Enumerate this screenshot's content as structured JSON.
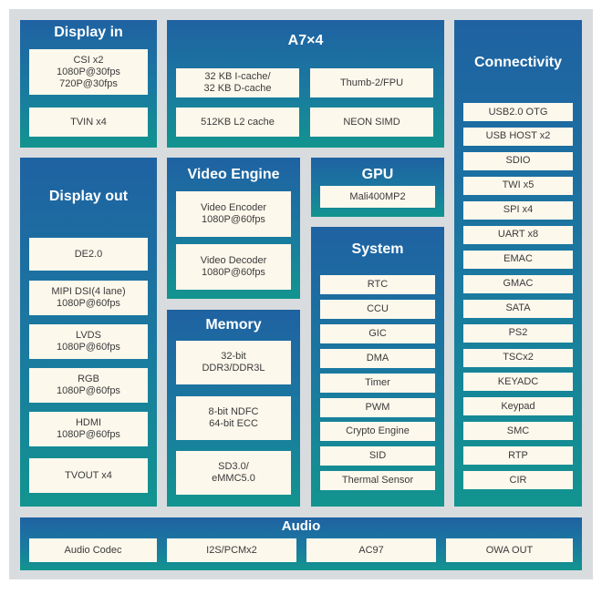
{
  "blocks": {
    "display_in": {
      "title": "Display in",
      "items": [
        "CSI x2\n1080P@30fps\n720P@30fps",
        "TVIN x4"
      ]
    },
    "cpu": {
      "title": "A7×4",
      "items": [
        "32 KB I-cache/\n32 KB D-cache",
        "Thumb-2/FPU",
        "512KB L2 cache",
        "NEON SIMD"
      ]
    },
    "connectivity": {
      "title": "Connectivity",
      "items": [
        "USB2.0 OTG",
        "USB HOST x2",
        "SDIO",
        "TWI x5",
        "SPI x4",
        "UART x8",
        "EMAC",
        "GMAC",
        "SATA",
        "PS2",
        "TSCx2",
        "KEYADC",
        "Keypad",
        "SMC",
        "RTP",
        "CIR"
      ]
    },
    "display_out": {
      "title": "Display out",
      "items": [
        "DE2.0",
        "MIPI DSI(4 lane)\n1080P@60fps",
        "LVDS\n1080P@60fps",
        "RGB\n1080P@60fps",
        "HDMI\n1080P@60fps",
        "TVOUT x4"
      ]
    },
    "video_engine": {
      "title": "Video Engine",
      "items": [
        "Video Encoder\n1080P@60fps",
        "Video Decoder\n1080P@60fps"
      ]
    },
    "gpu": {
      "title": "GPU",
      "items": [
        "Mali400MP2"
      ]
    },
    "system": {
      "title": "System",
      "items": [
        "RTC",
        "CCU",
        "GIC",
        "DMA",
        "Timer",
        "PWM",
        "Crypto Engine",
        "SID",
        "Thermal Sensor"
      ]
    },
    "memory": {
      "title": "Memory",
      "items": [
        "32-bit\nDDR3/DDR3L",
        "8-bit NDFC\n64-bit ECC",
        "SD3.0/\neMMC5.0"
      ]
    },
    "audio": {
      "title": "Audio",
      "items": [
        "Audio Codec",
        "I2S/PCMx2",
        "AC97",
        "OWA OUT"
      ]
    }
  },
  "colors": {
    "block_top": "#1f62a2",
    "block_bottom": "#12948f",
    "item_bg": "#fdf8ec",
    "frame_bg": "#d9dcdf"
  }
}
